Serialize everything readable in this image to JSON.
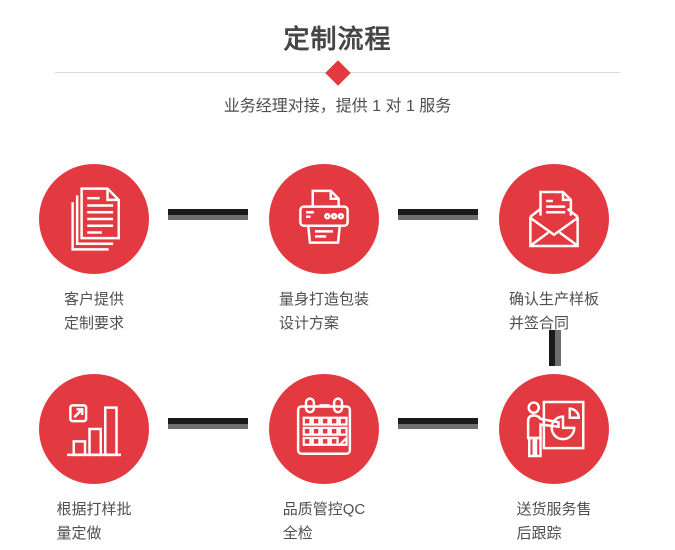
{
  "header": {
    "title": "定制流程",
    "subtitle": "业务经理对接，提供 1 对 1 服务"
  },
  "colors": {
    "accent_red": "#e23a40",
    "title_text": "#464646",
    "label_text": "#4f4f4f",
    "connector_black": "#1a1a1a",
    "connector_gray": "#6f6f6f",
    "divider_line": "#d8d8d8",
    "icon_stroke": "#ffffff",
    "background": "#ffffff"
  },
  "steps": [
    {
      "icon": "documents-icon",
      "line1": "客户提供",
      "line2": "定制要求"
    },
    {
      "icon": "printer-icon",
      "line1": "量身打造包装",
      "line2": "设计方案"
    },
    {
      "icon": "envelope-icon",
      "line1": "确认生产样板",
      "line2": "并签合同"
    },
    {
      "icon": "bar-chart-icon",
      "line1": "根据打样批",
      "line2": "量定做"
    },
    {
      "icon": "calendar-icon",
      "line1": "品质管控QC",
      "line2": "全检"
    },
    {
      "icon": "presentation-icon",
      "line1": "送货服务售",
      "line2": "后跟踪"
    }
  ]
}
